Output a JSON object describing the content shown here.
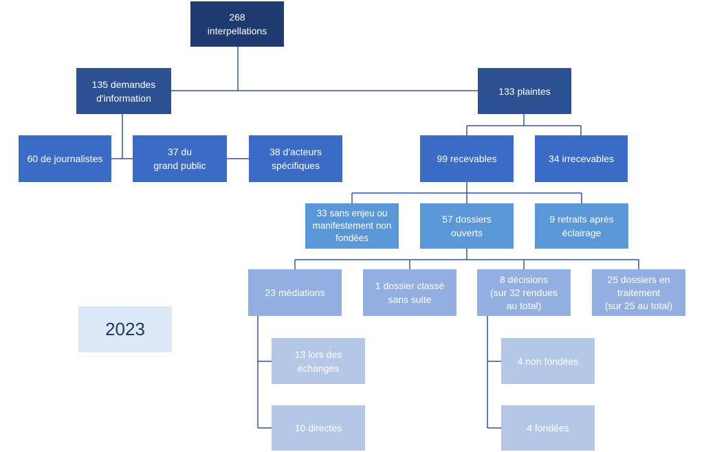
{
  "year": "2023",
  "nodes": {
    "interpellations": {
      "line1": "268",
      "line2": "interpellations"
    },
    "demandes": {
      "line1": "135 demandes",
      "line2": "d'information"
    },
    "plaintes": {
      "line1": "133 plaintes"
    },
    "journalistes": {
      "line1": "60 de journalistes"
    },
    "grand_public": {
      "line1": "37 du",
      "line2": "grand public"
    },
    "acteurs": {
      "line1": "38 d'acteurs",
      "line2": "spécifiques"
    },
    "recevables": {
      "line1": "99 recevables"
    },
    "irrecevables": {
      "line1": "34 irrecevables"
    },
    "sans_enjeu": {
      "line1": "33 sans enjeu ou",
      "line2": "manifestement non",
      "line3": "fondées"
    },
    "dossiers_ouverts": {
      "line1": "57 dossiers",
      "line2": "ouverts"
    },
    "retraits": {
      "line1": "9 retraits après",
      "line2": "éclairage"
    },
    "mediations": {
      "line1": "23 médiations"
    },
    "classe": {
      "line1": "1 dossier classé",
      "line2": "sans suite"
    },
    "decisions": {
      "line1": "8 décisions",
      "line2": "(sur 32 rendues",
      "line3": "au total)"
    },
    "en_traitement": {
      "line1": "25 dossiers en",
      "line2": "traitement",
      "line3": "(sur 25 au total)"
    },
    "echanges": {
      "line1": "13 lors des",
      "line2": "échanges"
    },
    "directes": {
      "line1": "10 directes"
    },
    "non_fondees": {
      "line1": "4 non fondées"
    },
    "fondees": {
      "line1": "4 fondées"
    }
  }
}
